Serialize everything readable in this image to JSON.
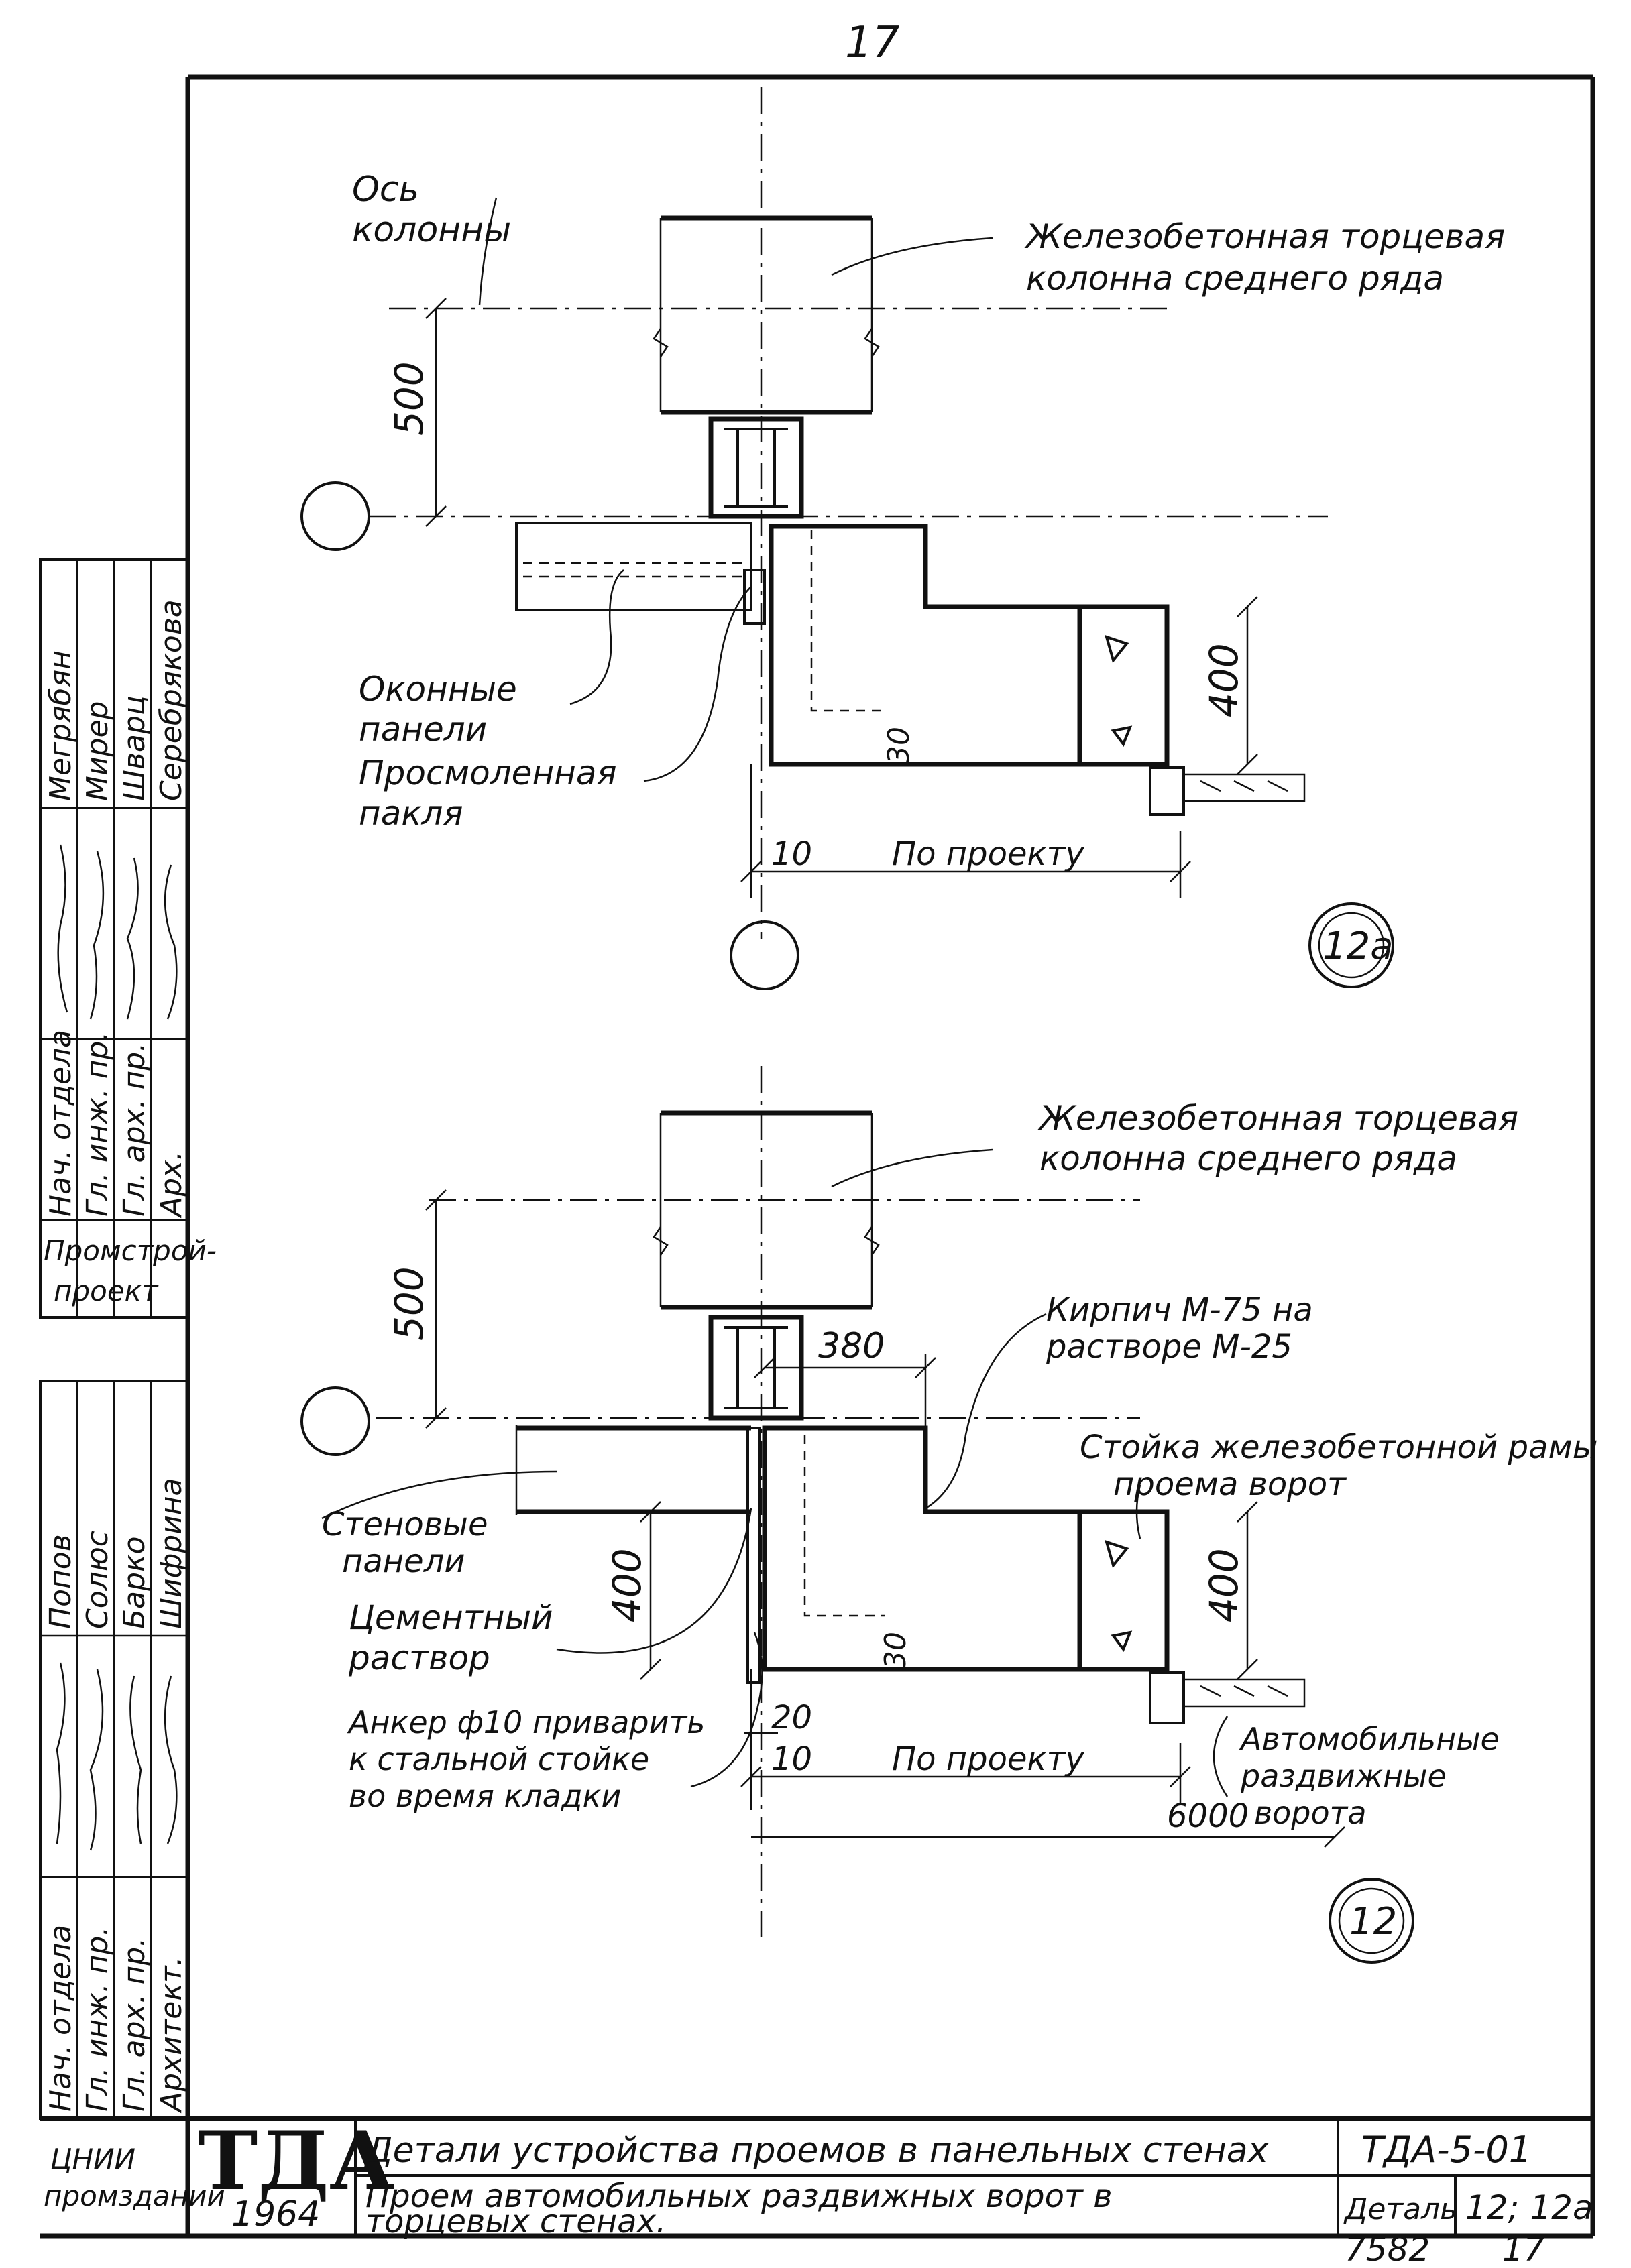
{
  "page": {
    "number_top": "17",
    "number_bottom": "17",
    "archive_no": "7582"
  },
  "detail_12a": {
    "label_axis": "Ось\nколонны",
    "label_column": "Железобетонная торцевая\nколонна среднего ряда",
    "label_window": "Оконные\nпанели",
    "label_tow": "Просмоленная\nпакля",
    "dim_500": "500",
    "dim_400": "400",
    "dim_30": "30",
    "dim_10": "10",
    "dim_project": "По проекту",
    "marker": "12а"
  },
  "detail_12": {
    "label_column": "Железобетонная торцевая\nколонна среднего ряда",
    "label_brick": "Кирпич М-75 на\nрастворе М-25",
    "label_post": "Стойка железобетонной рамы\nпроема ворот",
    "label_wall": "Стеновые\nпанели",
    "label_mortar": "Цементный\nраствор",
    "label_anchor": "Анкер ф10 приварить\nк стальной стойке\nво время кладки",
    "label_gates": "Автомобильные\nраздвижные\nворота",
    "dim_500": "500",
    "dim_380": "380",
    "dim_400_left": "400",
    "dim_400_right": "400",
    "dim_30": "30",
    "dim_20": "20",
    "dim_10": "10",
    "dim_project": "По проекту",
    "dim_6000": "6000",
    "marker": "12"
  },
  "stamp_upper": {
    "roles": [
      "Нач. отдела",
      "Гл. инж. пр.",
      "Гл. арх. пр.",
      "Арх."
    ],
    "names": [
      "Мегрябян",
      "Мирер",
      "Шварц",
      "Серебрякова"
    ],
    "org": "Промстрой-\nпроект"
  },
  "stamp_lower": {
    "roles": [
      "Нач. отдела",
      "Гл. инж. пр.",
      "Гл. арх. пр.",
      "Архитект."
    ],
    "names": [
      "Попов",
      "Солюс",
      "Барко",
      "Шифрина"
    ]
  },
  "title_block": {
    "org": "ЦНИИ\nпромзданий",
    "logo": "ТДА",
    "year": "1964",
    "title": "Детали устройства проемов в панельных стенах",
    "code": "ТДА-5-01",
    "subtitle": "Проем автомобильных раздвижных ворот в\nторцевых стенах.",
    "detail_label": "Деталь",
    "detail_value": "12; 12а"
  }
}
